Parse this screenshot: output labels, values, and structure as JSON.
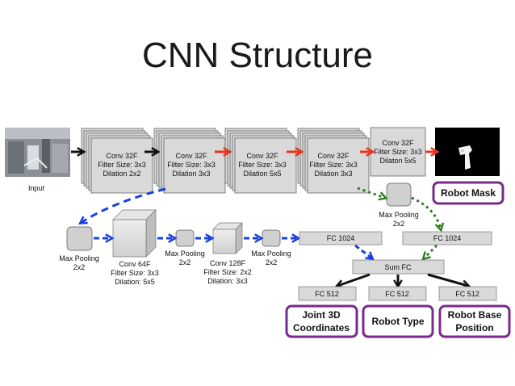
{
  "title": "CNN Structure",
  "input_label": "Input",
  "stage1": {
    "conv1": [
      "Conv 32F",
      "Filter Size: 3x3",
      "Dilation 2x2"
    ],
    "conv2": [
      "Conv 32F",
      "Filter Size: 3x3",
      "Dilation 3x3"
    ],
    "conv3": [
      "Conv 32F",
      "Filter Size: 3x3",
      "Dilation 5x5"
    ],
    "conv4": [
      "Conv 32F",
      "Filter Size: 3x3",
      "Dilation 3x3"
    ],
    "conv5": [
      "Conv 32F",
      "Filter Size: 3x3",
      "Dilaton 5x5"
    ]
  },
  "robot_mask_label": "Robot Mask",
  "pool_right": [
    "Max Pooling",
    "2x2"
  ],
  "stage2": {
    "pool1": [
      "Max Pooling",
      "2x2"
    ],
    "conv64": [
      "Conv 64F",
      "Filter Size: 3x3",
      "Dilation: 5x5"
    ],
    "pool2": [
      "Max Pooling",
      "2x2"
    ],
    "conv128": [
      "Conv 128F",
      "Filter Size: 2x2",
      "Dilation: 3x3"
    ],
    "pool3": [
      "Max Pooling",
      "2x2"
    ]
  },
  "fc": {
    "fc1024_left": "FC 1024",
    "fc1024_right": "FC 1024",
    "sum": "Sum FC",
    "fc512_a": "FC 512",
    "fc512_b": "FC 512",
    "fc512_c": "FC 512"
  },
  "outputs": {
    "joint": [
      "Joint 3D",
      "Coordinates"
    ],
    "robot_type": "Robot Type",
    "robot_base": [
      "Robot Base",
      "Position"
    ]
  },
  "colors": {
    "black_arrow": "#111111",
    "red_arrow": "#e8341c",
    "blue_arrow": "#1a3fe0",
    "green_arrow": "#2b7a1e",
    "output_border": "#7a2a8c",
    "box_fill": "#d9d9d9"
  }
}
